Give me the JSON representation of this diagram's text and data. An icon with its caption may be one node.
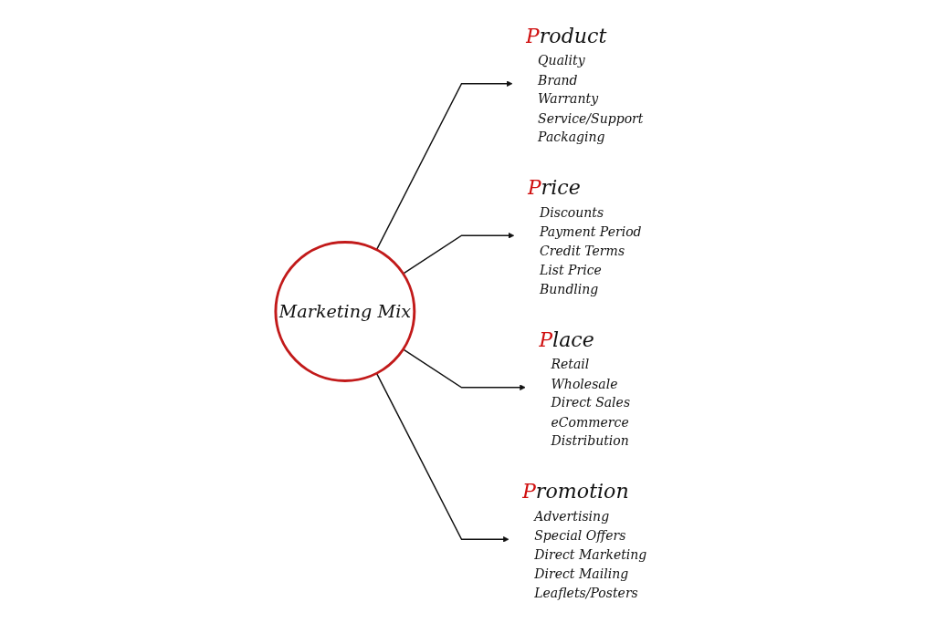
{
  "diagram": {
    "nodes": [
      {
        "text": [
          "Marketing Mix"
        ]
      },
      {
        "text": [
          "Product",
          "Quality",
          "Brand",
          "Warranty",
          "Service/Support",
          "Packaging"
        ]
      },
      {
        "text": [
          "Price",
          "Discounts",
          "Payment Period",
          "Credit Terms",
          "List Price",
          "Bundling"
        ]
      },
      {
        "text": [
          "Place",
          "Retail",
          "Wholesale",
          "Direct Sales",
          "eCommerce",
          "Distribution"
        ]
      },
      {
        "text": [
          "Promotion",
          "Advertising",
          "Special Offers",
          "Direct Marketing",
          "Direct Mailing",
          "Leaflets/Posters"
        ]
      }
    ],
    "edges": [
      {
        "from": 0,
        "to": 1,
        "arrow": "to"
      },
      {
        "from": 0,
        "to": 2,
        "arrow": "to"
      },
      {
        "from": 0,
        "to": 3,
        "arrow": "to"
      },
      {
        "from": 0,
        "to": 4,
        "arrow": "to"
      }
    ]
  }
}
